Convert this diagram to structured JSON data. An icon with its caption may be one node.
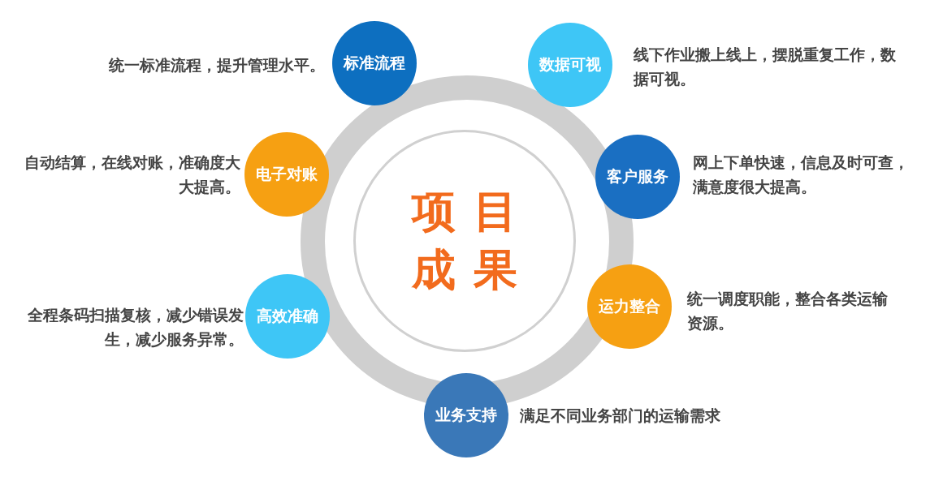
{
  "diagram": {
    "nodes": [
      {
        "text": [
          "项目成果"
        ]
      },
      {
        "text": [
          "标准流程"
        ],
        "beside": [
          "统一标准流程，提升管理水平。"
        ]
      },
      {
        "text": [
          "数据可视"
        ],
        "beside": [
          "线下作业搬上线上，摆脱重复工作，数据可视。"
        ]
      },
      {
        "text": [
          "电子对账"
        ],
        "beside": [
          "自动结算，在线对账，准确度大大提高。"
        ]
      },
      {
        "text": [
          "客户服务"
        ],
        "beside": [
          "网上下单快速，信息及时可查，满意度很大提高。"
        ]
      },
      {
        "text": [
          "高效准确"
        ],
        "beside": [
          "全程条码扫描复核，减少错误发生，减少服务异常。"
        ]
      },
      {
        "text": [
          "运力整合"
        ],
        "beside": [
          "统一调度职能，整合各类运输资源。"
        ]
      },
      {
        "text": [
          "业务支持"
        ],
        "beside": [
          "满足不同业务部门的运输需求"
        ]
      }
    ]
  }
}
